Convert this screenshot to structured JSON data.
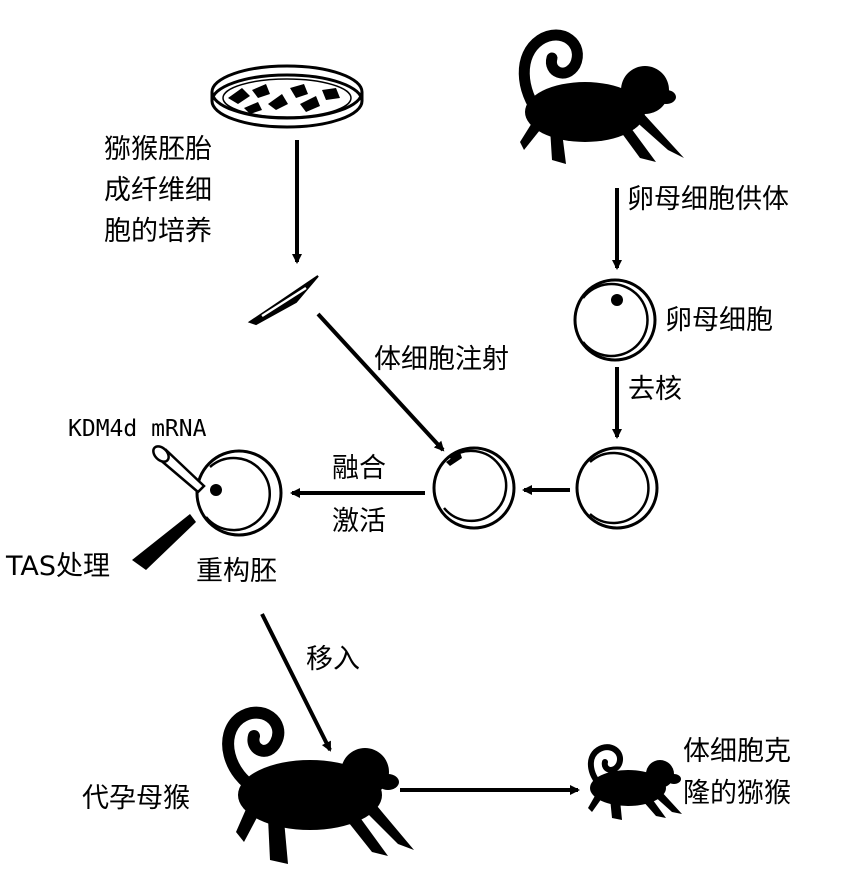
{
  "labels": {
    "fibroblast_culture": [
      "猕猴胚胎",
      "成纤维细",
      "胞的培养"
    ],
    "oocyte_donor": "卵母细胞供体",
    "oocyte": "卵母细胞",
    "enucleation": "去核",
    "somatic_cell_injection": "体细胞注射",
    "kdm4d_mrna": "KDM4d mRNA",
    "fusion_activation": [
      "融合",
      "激活"
    ],
    "tas_treatment": "TAS处理",
    "reconstructed_embryo": "重构胚",
    "transfer": "移入",
    "surrogate_mother": "代孕母猴",
    "cloned_monkey": [
      "体细胞克",
      "隆的猕猴"
    ]
  }
}
